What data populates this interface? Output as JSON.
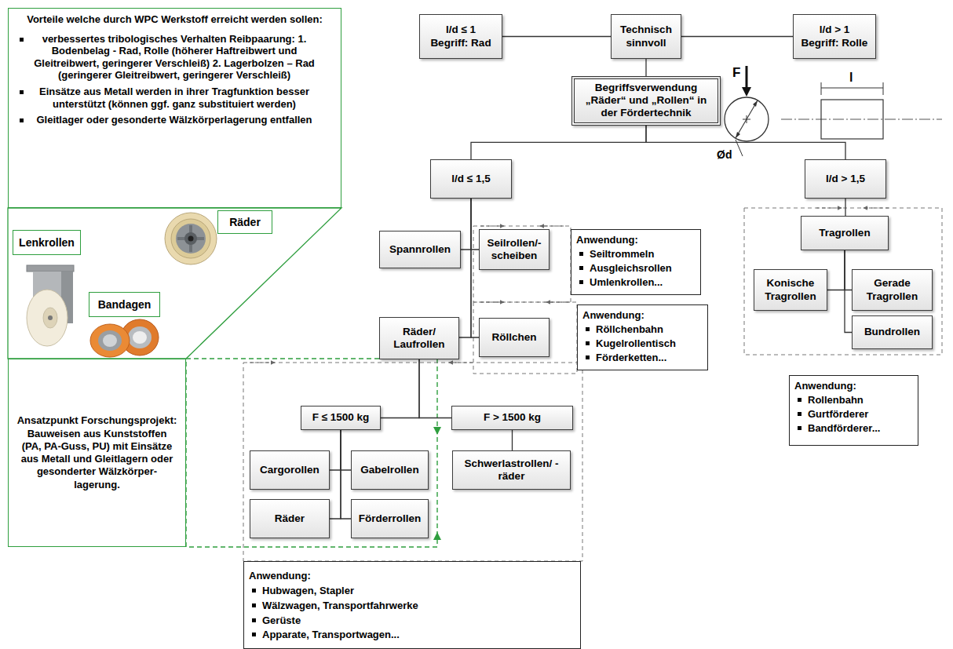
{
  "diagram": {
    "nodes": [
      {
        "text": [
          "Vorteile welche durch WPC Werkstoff erreicht werden sollen:",
          "verbessertes tribologisches Verhalten Reibpaarung: 1. Bodenbelag - Rad, Rolle (höherer Haftreibwert und Gleitreibwert, geringerer Verschleiß) 2. Lagerbolzen – Rad (geringerer Gleitreibwert, geringerer Verschleiß)",
          "Einsätze aus Metall werden in ihrer Tragfunktion besser unterstützt (können ggf. ganz substituiert werden)",
          "Gleitlager oder gesonderte Wälzkörperlagerung entfallen"
        ]
      },
      {
        "text": [
          "Lenkrollen"
        ]
      },
      {
        "text": [
          "Räder"
        ]
      },
      {
        "text": [
          "Bandagen"
        ]
      },
      {
        "text": [
          "Ansatzpunkt Forschungsprojekt: Bauweisen aus Kunststoffen (PA, PA-Guss, PU) mit Einsätze aus Metall und Gleitlagern oder gesonderter Wälzkörper- lagerung."
        ]
      },
      {
        "text": [
          "l/d ≤ 1",
          "Begriff: Rad"
        ]
      },
      {
        "text": [
          "Technisch sinnvoll"
        ]
      },
      {
        "text": [
          "l/d > 1",
          "Begriff: Rolle"
        ]
      },
      {
        "text": [
          "Begriffsverwendung „Räder“ und „Rollen“ in der Fördertechnik"
        ]
      },
      {
        "text": [
          "l/d ≤ 1,5"
        ]
      },
      {
        "text": [
          "l/d > 1,5"
        ]
      },
      {
        "text": [
          "Spannrollen"
        ]
      },
      {
        "text": [
          "Seilrollen/- scheiben"
        ]
      },
      {
        "text": [
          "Anwendung:",
          "Seiltrommeln",
          "Ausgleichsrollen",
          "Umlenkrollen..."
        ]
      },
      {
        "text": [
          "Räder/ Laufrollen"
        ]
      },
      {
        "text": [
          "Röllchen"
        ]
      },
      {
        "text": [
          "Anwendung:",
          "Röllchenbahn",
          "Kugelrollentisch",
          "Förderketten..."
        ]
      },
      {
        "text": [
          "Tragrollen"
        ]
      },
      {
        "text": [
          "Konische Tragrollen"
        ]
      },
      {
        "text": [
          "Gerade Tragrollen"
        ]
      },
      {
        "text": [
          "Bundrollen"
        ]
      },
      {
        "text": [
          "Anwendung:",
          "Rollenbahn",
          "Gurtförderer",
          "Bandförderer..."
        ]
      },
      {
        "text": [
          "F ≤ 1500 kg"
        ]
      },
      {
        "text": [
          "F > 1500 kg"
        ]
      },
      {
        "text": [
          "Cargorollen"
        ]
      },
      {
        "text": [
          "Gabelrollen"
        ]
      },
      {
        "text": [
          "Schwerlastrollen/ -räder"
        ]
      },
      {
        "text": [
          "Räder"
        ]
      },
      {
        "text": [
          "Förderrollen"
        ]
      },
      {
        "text": [
          "Anwendung:",
          "Hubwagen, Stapler",
          "Wälzwagen, Transportfahrwerke",
          "Gerüste",
          "Apparate, Transportwagen..."
        ]
      }
    ],
    "edges": [
      {
        "from": 5,
        "to": 6,
        "arrow": "none"
      },
      {
        "from": 6,
        "to": 7,
        "arrow": "none"
      },
      {
        "from": 6,
        "to": 8,
        "arrow": "none"
      },
      {
        "from": 8,
        "to": 9,
        "arrow": "none"
      },
      {
        "from": 8,
        "to": 10,
        "arrow": "none"
      },
      {
        "from": 9,
        "to": 11,
        "arrow": "none"
      },
      {
        "from": 9,
        "to": 12,
        "arrow": "none"
      },
      {
        "from": 9,
        "to": 14,
        "arrow": "none"
      },
      {
        "from": 9,
        "to": 15,
        "arrow": "none"
      },
      {
        "from": 14,
        "to": 22,
        "arrow": "none"
      },
      {
        "from": 14,
        "to": 23,
        "arrow": "none"
      },
      {
        "from": 22,
        "to": 24,
        "arrow": "none"
      },
      {
        "from": 22,
        "to": 25,
        "arrow": "none"
      },
      {
        "from": 22,
        "to": 27,
        "arrow": "none"
      },
      {
        "from": 22,
        "to": 28,
        "arrow": "none"
      },
      {
        "from": 23,
        "to": 26,
        "arrow": "none"
      },
      {
        "from": 10,
        "to": 17,
        "arrow": "none"
      },
      {
        "from": 17,
        "to": 18,
        "arrow": "none"
      },
      {
        "from": 17,
        "to": 19,
        "arrow": "none"
      },
      {
        "from": 17,
        "to": 20,
        "arrow": "none"
      }
    ],
    "labels": [
      "F",
      "l",
      "Ød"
    ]
  }
}
